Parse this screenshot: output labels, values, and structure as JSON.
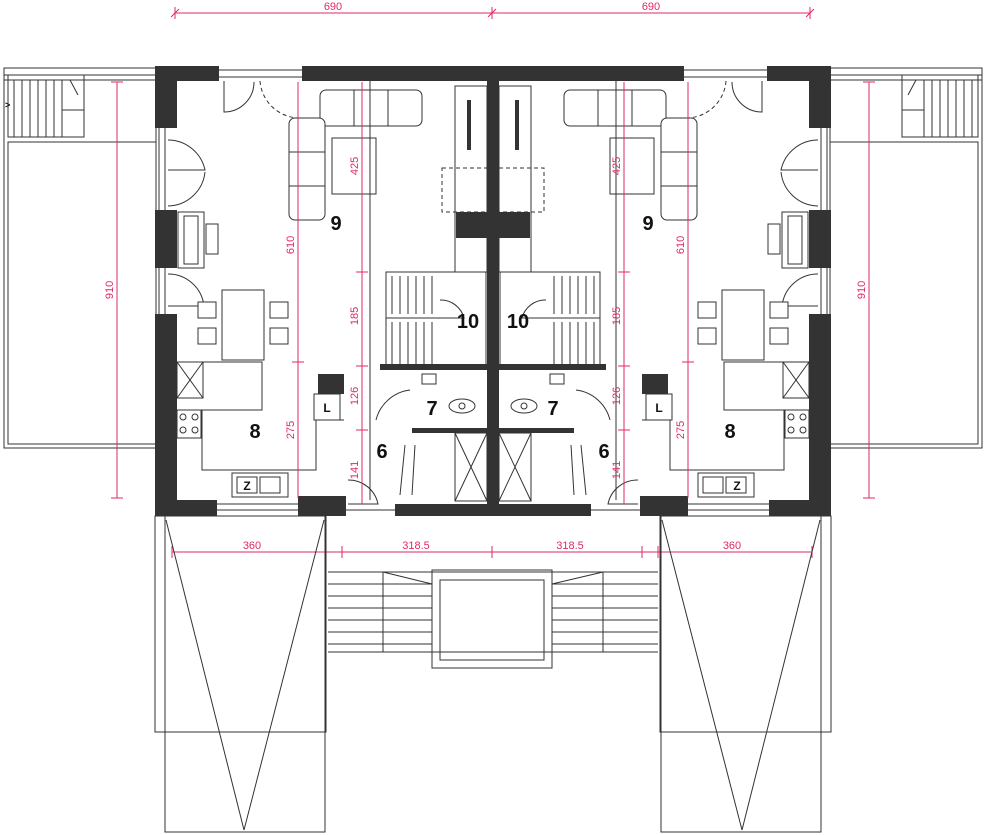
{
  "dimensions": {
    "top_left_width": "690",
    "top_right_width": "690",
    "left_depth": "910",
    "right_depth": "910",
    "living_left_depth": "610",
    "living_right_depth": "610",
    "sofa_left": "425",
    "sofa_right": "425",
    "stair_left": "185",
    "stair_right": "185",
    "kitchen_left": "275",
    "kitchen_right": "275",
    "wc_left": "126",
    "wc_right": "126",
    "hall_left": "141",
    "hall_right": "141",
    "terrace_left": "360",
    "terrace_right": "360",
    "entry_left": "318.5",
    "entry_right": "318.5"
  },
  "rooms": {
    "living_left": "9",
    "living_right": "9",
    "stair_left": "10",
    "stair_right": "10",
    "wc_left": "7",
    "wc_right": "7",
    "hall_left": "6",
    "hall_right": "6",
    "kitchen_left": "8",
    "kitchen_right": "8"
  },
  "fixtures": {
    "fridge_left": "L",
    "fridge_right": "L",
    "sink_left": "Z",
    "sink_right": "Z"
  },
  "colors": {
    "wall": "#333333",
    "dimension": "#e0286a",
    "line": "#333333"
  }
}
